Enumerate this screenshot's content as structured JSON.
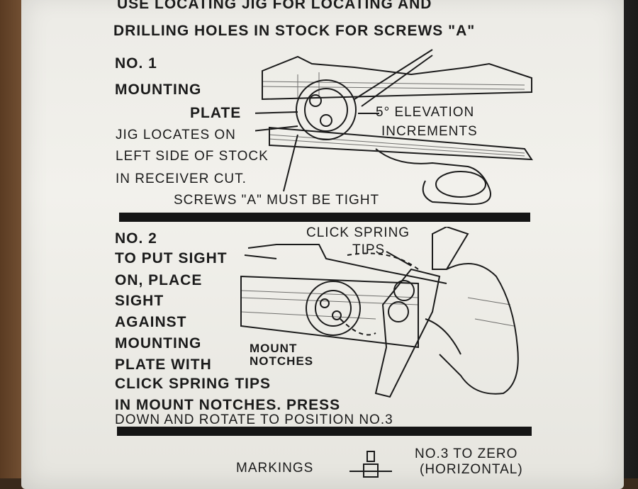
{
  "header": {
    "line1": "USE LOCATING JIG FOR LOCATING AND",
    "line2": "DRILLING HOLES IN STOCK FOR SCREWS \"A\""
  },
  "step1": {
    "title": "NO. 1",
    "label_mounting": "MOUNTING",
    "label_plate": "PLATE",
    "desc1": "JIG LOCATES ON",
    "desc2": "LEFT SIDE OF STOCK",
    "desc3": "IN RECEIVER CUT.",
    "elevation1": "5° ELEVATION",
    "elevation2": "INCREMENTS",
    "screws_note": "SCREWS \"A\" MUST BE TIGHT"
  },
  "step2": {
    "title": "NO. 2",
    "click_spring": "CLICK SPRING",
    "tips": "TIPS",
    "lines": [
      "TO PUT SIGHT",
      "ON, PLACE",
      "SIGHT",
      "AGAINST",
      "MOUNTING",
      "PLATE WITH",
      "CLICK SPRING TIPS",
      "IN MOUNT NOTCHES. PRESS",
      "DOWN AND ROTATE TO POSITION  NO.3"
    ],
    "mount": "MOUNT",
    "notches": "NOTCHES"
  },
  "step3": {
    "markings": "MARKINGS",
    "zero": "NO.3 TO ZERO",
    "horizontal": "(HORIZONTAL)"
  },
  "colors": {
    "ink": "#1b1b1b",
    "paper": "#ecebe6"
  },
  "icons": [
    "rifle-receiver-illustration",
    "hand-sight-illustration",
    "sight-marker-icon"
  ]
}
